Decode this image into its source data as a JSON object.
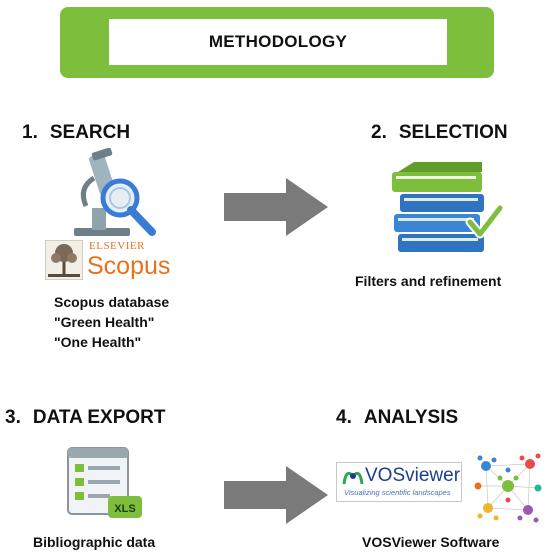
{
  "title": "METHODOLOGY",
  "steps": [
    {
      "number": "1.",
      "label": "SEARCH",
      "caption_lines": [
        "Scopus database",
        "\"Green Health\"",
        "\"One Health\""
      ]
    },
    {
      "number": "2.",
      "label": "SELECTION",
      "caption_lines": [
        "Filters and refinement"
      ]
    },
    {
      "number": "3.",
      "label": "DATA EXPORT",
      "caption_lines": [
        "Bibliographic data"
      ]
    },
    {
      "number": "4.",
      "label": "ANALYSIS",
      "caption_lines": [
        "VOSViewer Software"
      ]
    }
  ],
  "logos": {
    "elsevier": "ELSEVIER",
    "scopus": "Scopus",
    "vosviewer": "VOSviewer",
    "vosviewer_tagline": "Visualizing scientific landscapes",
    "xls_badge": "XLS"
  },
  "icons": [
    "microscope-icon",
    "books-icon",
    "spreadsheet-icon",
    "network-graph-icon"
  ],
  "colors": {
    "accent_green": "#7dbf3c",
    "arrow_gray": "#7a7a7a",
    "scopus_orange": "#e6731c"
  }
}
